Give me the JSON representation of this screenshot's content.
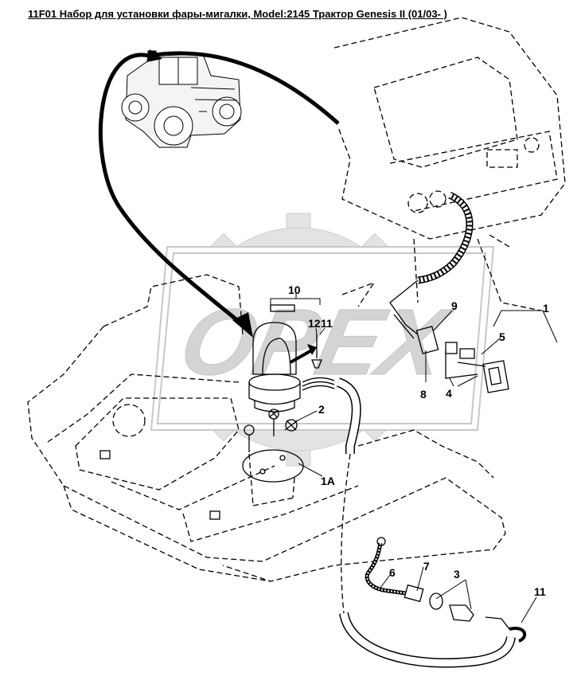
{
  "title": "11F01 Набор для установки фары-мигалки, Model:2145 Трактор Genesis II (01/03- )",
  "watermark": "OPEX",
  "callouts": {
    "c1": "1",
    "c1a": "1A",
    "c2": "2",
    "c3": "3",
    "c4": "4",
    "c5": "5",
    "c6": "6",
    "c7": "7",
    "c8": "8",
    "c9": "9",
    "c10": "10",
    "c11a": "11",
    "c11b": "11",
    "c12": "12"
  }
}
